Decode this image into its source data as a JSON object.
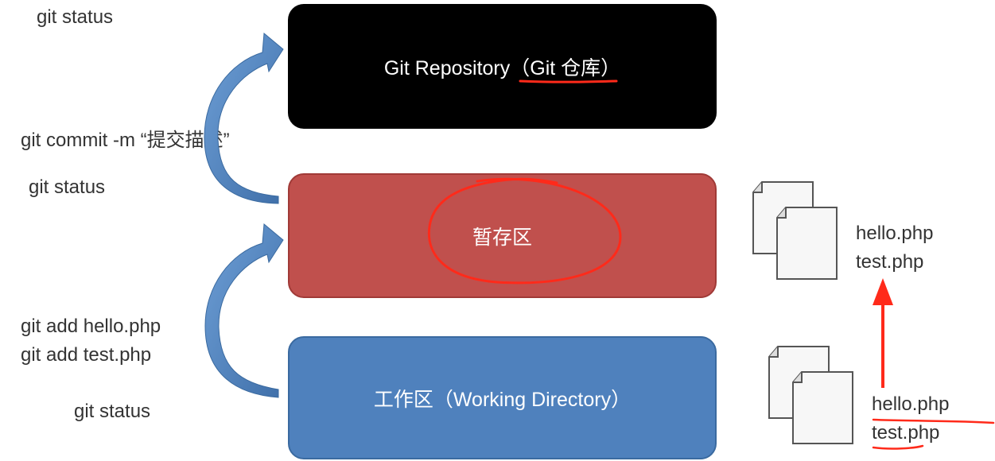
{
  "boxes": {
    "repository": "Git Repository（Git 仓库）",
    "staging": "暂存区",
    "working": "工作区（Working Directory）"
  },
  "commands": {
    "status_top": "git status",
    "commit": "git commit -m “提交描述”",
    "status_middle": "git status",
    "add_hello": "git add hello.php",
    "add_test": "git add test.php",
    "status_bottom": "git status"
  },
  "files": {
    "staged": [
      "hello.php",
      "test.php"
    ],
    "working": [
      "hello.php",
      "test.php"
    ]
  },
  "colors": {
    "repository": "#000000",
    "staging": "#c0504d",
    "working": "#4f81bd",
    "arrow": "#4f81bd",
    "annotation": "#ff2a1a"
  },
  "icons": {
    "staged_files": "document-stack-icon",
    "working_files": "document-stack-icon"
  }
}
